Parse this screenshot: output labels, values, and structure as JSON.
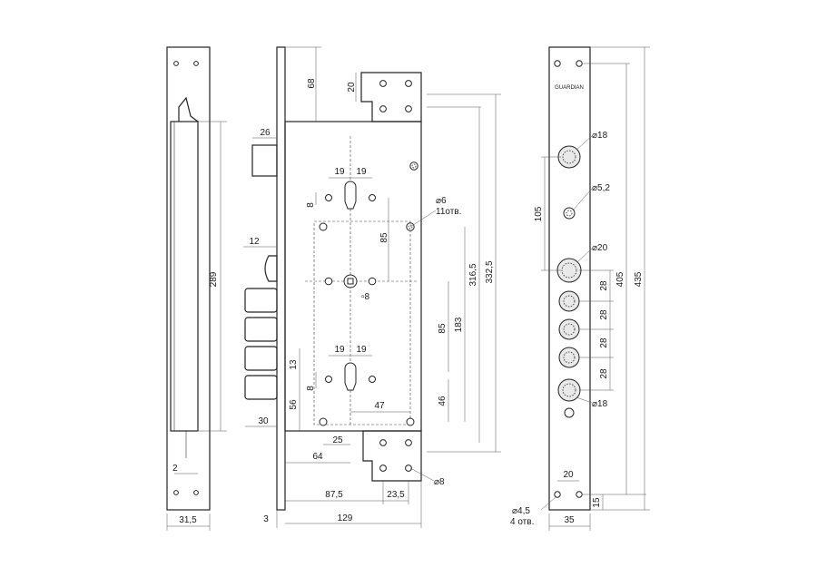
{
  "side_view": {
    "height": "289",
    "width": "31,5",
    "tab": "2"
  },
  "body_view": {
    "top_offset": "68",
    "bracket_top": "20",
    "latch": "26",
    "bolt_throw": "12",
    "bolts_offset": "30",
    "cyl_upper_left": "19",
    "cyl_upper_right": "19",
    "cyl_lower_left": "19",
    "cyl_lower_right": "19",
    "cyl_upper_8": "8",
    "cyl_lower_8": "8",
    "v85_upper": "85",
    "v85_lower": "85",
    "v183": "183",
    "v316": "316,5",
    "v332": "332,5",
    "v13": "13",
    "v56": "56",
    "v46": "46",
    "h47": "47",
    "h25": "25",
    "h64": "64",
    "h87": "87,5",
    "h23": "23,5",
    "h129": "129",
    "h3": "3",
    "hole6": "⌀6",
    "holes_count": "11отв.",
    "square8": "▫8",
    "hole8": "⌀8"
  },
  "face_view": {
    "brand": "GUARDIAN",
    "d18_top": "⌀18",
    "d5": "⌀5,2",
    "d20": "⌀20",
    "d18_bottom": "⌀18",
    "v105": "105",
    "v28_1": "28",
    "v28_2": "28",
    "v28_3": "28",
    "v28_4": "28",
    "v405": "405",
    "v435": "435",
    "v15": "15",
    "h20": "20",
    "h35": "35",
    "d45": "⌀4,5",
    "holes4": "4 отв."
  }
}
